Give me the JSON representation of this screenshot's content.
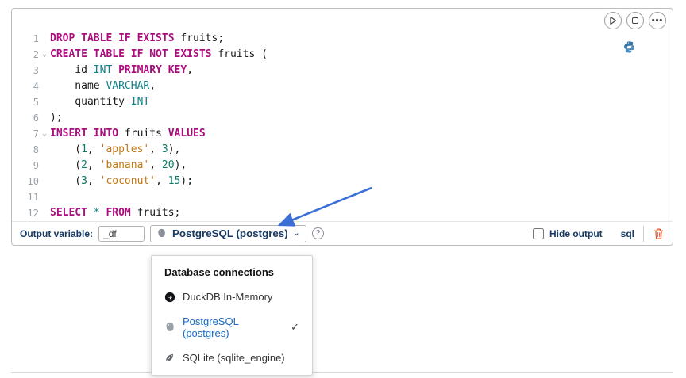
{
  "colors": {
    "keyword": "#AC0D7E",
    "type": "#0E8088",
    "string": "#C47710",
    "number": "#0C7A68",
    "label_navy": "#173A64",
    "selected_item_blue": "#1769C0",
    "trash_red": "#E0532F",
    "arrow_blue": "#3A6FD8"
  },
  "cell": {
    "toolbar_icons": [
      "play-icon",
      "stop-icon",
      "ellipsis-icon"
    ],
    "language_icon": "python-icon"
  },
  "editor": {
    "lines": [
      {
        "num": "1",
        "fold": false,
        "tokens": [
          [
            "kw",
            "DROP TABLE IF EXISTS"
          ],
          [
            "plain",
            " fruits;"
          ]
        ]
      },
      {
        "num": "2",
        "fold": true,
        "tokens": [
          [
            "kw",
            "CREATE TABLE IF NOT EXISTS"
          ],
          [
            "plain",
            " fruits ("
          ]
        ]
      },
      {
        "num": "3",
        "fold": false,
        "tokens": [
          [
            "plain",
            "    id "
          ],
          [
            "type",
            "INT"
          ],
          [
            "plain",
            " "
          ],
          [
            "kw",
            "PRIMARY KEY"
          ],
          [
            "plain",
            ","
          ]
        ]
      },
      {
        "num": "4",
        "fold": false,
        "tokens": [
          [
            "plain",
            "    name "
          ],
          [
            "type",
            "VARCHAR"
          ],
          [
            "plain",
            ","
          ]
        ]
      },
      {
        "num": "5",
        "fold": false,
        "tokens": [
          [
            "plain",
            "    quantity "
          ],
          [
            "type",
            "INT"
          ]
        ]
      },
      {
        "num": "6",
        "fold": false,
        "tokens": [
          [
            "plain",
            ");"
          ]
        ]
      },
      {
        "num": "7",
        "fold": true,
        "tokens": [
          [
            "kw",
            "INSERT INTO"
          ],
          [
            "plain",
            " fruits "
          ],
          [
            "kw",
            "VALUES"
          ]
        ]
      },
      {
        "num": "8",
        "fold": false,
        "tokens": [
          [
            "plain",
            "    ("
          ],
          [
            "num",
            "1"
          ],
          [
            "plain",
            ", "
          ],
          [
            "str",
            "'apples'"
          ],
          [
            "plain",
            ", "
          ],
          [
            "num",
            "3"
          ],
          [
            "plain",
            "),"
          ]
        ]
      },
      {
        "num": "9",
        "fold": false,
        "tokens": [
          [
            "plain",
            "    ("
          ],
          [
            "num",
            "2"
          ],
          [
            "plain",
            ", "
          ],
          [
            "str",
            "'banana'"
          ],
          [
            "plain",
            ", "
          ],
          [
            "num",
            "20"
          ],
          [
            "plain",
            "),"
          ]
        ]
      },
      {
        "num": "10",
        "fold": false,
        "tokens": [
          [
            "plain",
            "    ("
          ],
          [
            "num",
            "3"
          ],
          [
            "plain",
            ", "
          ],
          [
            "str",
            "'coconut'"
          ],
          [
            "plain",
            ", "
          ],
          [
            "num",
            "15"
          ],
          [
            "plain",
            ");"
          ]
        ]
      },
      {
        "num": "11",
        "fold": false,
        "tokens": []
      },
      {
        "num": "12",
        "fold": false,
        "tokens": [
          [
            "kw",
            "SELECT"
          ],
          [
            "plain",
            " "
          ],
          [
            "op",
            "*"
          ],
          [
            "plain",
            " "
          ],
          [
            "kw",
            "FROM"
          ],
          [
            "plain",
            " fruits;"
          ]
        ]
      }
    ]
  },
  "footer": {
    "output_variable_label": "Output variable:",
    "output_variable_value": "_df",
    "connection_label": "PostgreSQL (postgres)",
    "connection_icon": "postgresql-elephant-icon",
    "help_icon_text": "?",
    "hide_output_label": "Hide output",
    "trailing_text": "sql",
    "trash_icon": "trash-icon"
  },
  "dropdown": {
    "header": "Database connections",
    "items": [
      {
        "label": "DuckDB In-Memory",
        "icon": "duckdb-icon",
        "selected": false
      },
      {
        "label": "PostgreSQL (postgres)",
        "icon": "postgresql-elephant-icon",
        "selected": true
      },
      {
        "label": "SQLite (sqlite_engine)",
        "icon": "sqlite-icon",
        "selected": false
      }
    ],
    "selected_check": "✓"
  }
}
